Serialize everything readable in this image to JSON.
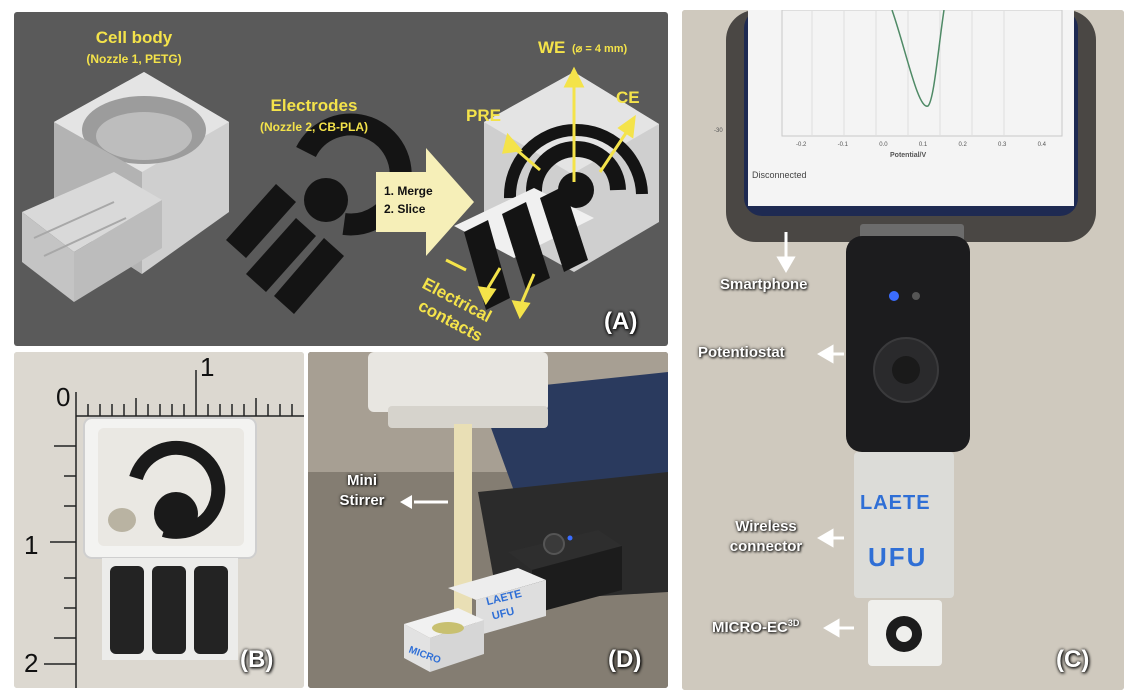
{
  "panel_a": {
    "cell_body_title": "Cell body",
    "cell_body_sub": "(Nozzle 1, PETG)",
    "electrodes_title": "Electrodes",
    "electrodes_sub": "(Nozzle 2, CB-PLA)",
    "step_1": "1. Merge",
    "step_2": "2. Slice",
    "we_label": "WE",
    "we_sub": "(⌀ = 4 mm)",
    "pre_label": "PRE",
    "ce_label": "CE",
    "contacts_line1": "Electrical",
    "contacts_line2": "contacts",
    "letter": "(A)"
  },
  "panel_b": {
    "ruler_0": "0",
    "ruler_1_top": "1",
    "ruler_1_side": "1",
    "ruler_2_side": "2",
    "letter": "(B)"
  },
  "panel_d": {
    "stirrer_line1": "Mini",
    "stirrer_line2": "Stirrer",
    "device_text_1": "LAETE",
    "device_text_2": "UFU",
    "device_text_3": "MICRO",
    "letter": "(D)"
  },
  "panel_c": {
    "screen_x_label": "Potential/V",
    "screen_status": "Disconnected",
    "screen_tick_y": "-30",
    "screen_ticks_x": [
      "-0.2",
      "-0.1",
      "0.0",
      "0.1",
      "0.2",
      "0.3",
      "0.4"
    ],
    "smartphone_label": "Smartphone",
    "potentiostat_label": "Potentiostat",
    "wireless_line1": "Wireless",
    "wireless_line2": "connector",
    "connector_text_1": "LAETE",
    "connector_text_2": "UFU",
    "micro_label": "MICRO-EC",
    "micro_sup": "3D",
    "letter": "(C)"
  },
  "colors": {
    "annotation_yellow": "#f4e34a",
    "electrode_black": "#141414",
    "body_white": "#e6e6e6",
    "accent_blue": "#2f6fd6"
  }
}
